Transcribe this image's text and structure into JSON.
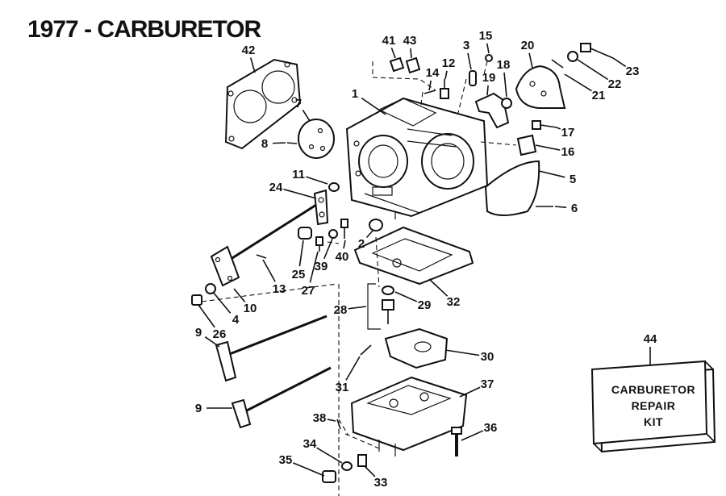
{
  "title": "1977 - CARBURETOR",
  "kit": {
    "lines": [
      "CARBURETOR",
      "REPAIR",
      "KIT"
    ]
  },
  "callouts": [
    {
      "n": "1"
    },
    {
      "n": "2"
    },
    {
      "n": "3"
    },
    {
      "n": "4"
    },
    {
      "n": "5"
    },
    {
      "n": "6"
    },
    {
      "n": "7"
    },
    {
      "n": "8"
    },
    {
      "n": "9"
    },
    {
      "n": "9"
    },
    {
      "n": "10"
    },
    {
      "n": "11"
    },
    {
      "n": "12"
    },
    {
      "n": "13"
    },
    {
      "n": "14"
    },
    {
      "n": "15"
    },
    {
      "n": "16"
    },
    {
      "n": "17"
    },
    {
      "n": "18"
    },
    {
      "n": "19"
    },
    {
      "n": "20"
    },
    {
      "n": "21"
    },
    {
      "n": "22"
    },
    {
      "n": "23"
    },
    {
      "n": "24"
    },
    {
      "n": "25"
    },
    {
      "n": "26"
    },
    {
      "n": "27"
    },
    {
      "n": "28"
    },
    {
      "n": "29"
    },
    {
      "n": "30"
    },
    {
      "n": "31"
    },
    {
      "n": "32"
    },
    {
      "n": "33"
    },
    {
      "n": "34"
    },
    {
      "n": "35"
    },
    {
      "n": "36"
    },
    {
      "n": "37"
    },
    {
      "n": "38"
    },
    {
      "n": "39"
    },
    {
      "n": "40"
    },
    {
      "n": "41"
    },
    {
      "n": "42"
    },
    {
      "n": "43"
    },
    {
      "n": "44"
    }
  ]
}
